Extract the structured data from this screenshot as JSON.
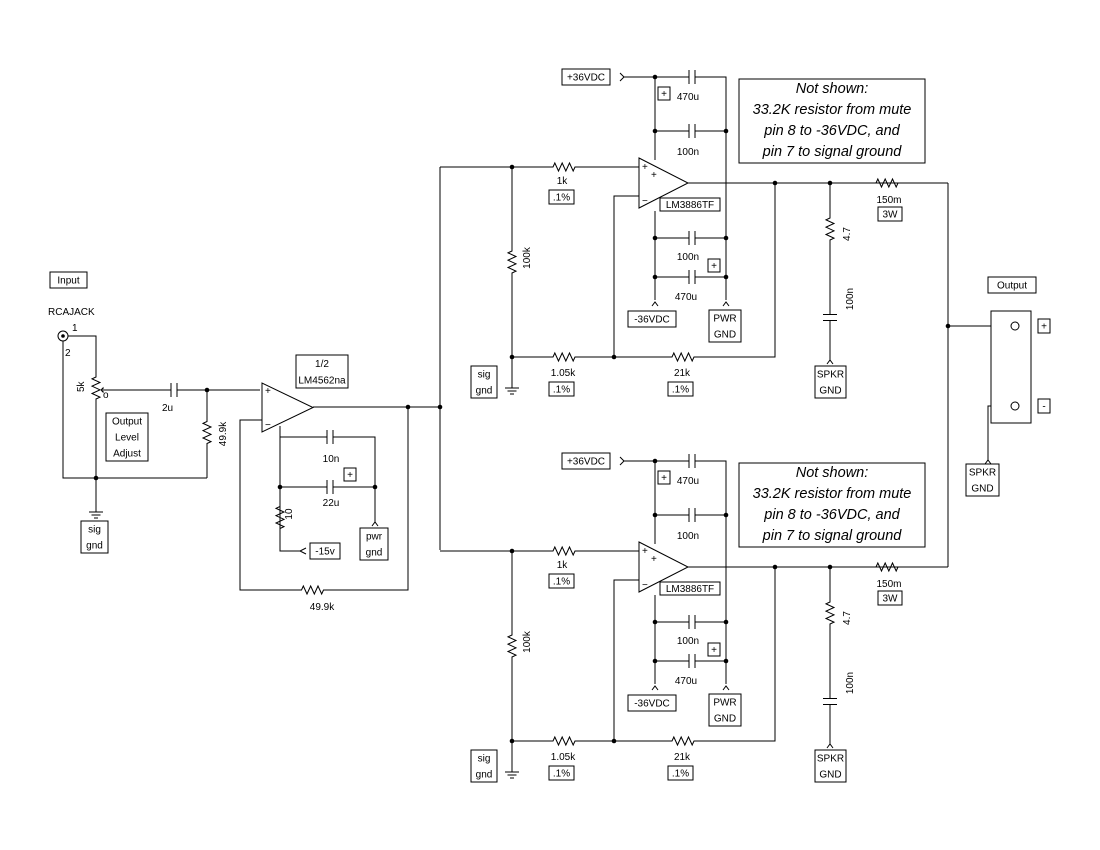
{
  "input": {
    "title": "Input",
    "jack": "RCAJACK",
    "pin1": "1",
    "pin2": "2",
    "pot": "5k",
    "wiper": "o",
    "pot_label": [
      "Output",
      "Level",
      "Adjust"
    ],
    "cap": "2u",
    "bias_res": "49.9k",
    "ground_label": [
      "sig",
      "gnd"
    ]
  },
  "preamp": {
    "part": [
      "1/2",
      "LM4562na"
    ],
    "plus": "+",
    "minus": "−",
    "cap_a": "10n",
    "cap_b": "22u",
    "cap_b_polarity": "+",
    "res": "10",
    "supply": "-15v",
    "ground_label": [
      "pwr",
      "gnd"
    ],
    "feedback_res": "49.9k"
  },
  "channels": [
    {
      "supply_pos": "+36VDC",
      "cap_470_top": "470u",
      "cap_470_top_polarity": "+",
      "cap_100_top": "100n",
      "note": [
        "Not shown:",
        "33.2K resistor from mute",
        "pin 8 to -36VDC,  and",
        "pin 7 to signal ground"
      ],
      "r_in": "1k",
      "r_in_tol": ".1%",
      "r_shunt": "100k",
      "amp": "LM3886TF",
      "cap_100_bot": "100n",
      "cap_470_bot": "470u",
      "cap_470_bot_polarity": "+",
      "supply_neg": "-36VDC",
      "pwr_gnd": [
        "PWR",
        "GND"
      ],
      "r_gnd": "1.05k",
      "r_gnd_tol": ".1%",
      "r_fb": "21k",
      "r_fb_tol": ".1%",
      "sig_gnd": [
        "sig",
        "gnd"
      ],
      "r_out": "150m",
      "r_out_rating": "3W",
      "zobel_r": "4.7",
      "zobel_c": "100n",
      "spkr_gnd": [
        "SPKR",
        "GND"
      ]
    },
    {
      "supply_pos": "+36VDC",
      "cap_470_top": "470u",
      "cap_470_top_polarity": "+",
      "cap_100_top": "100n",
      "note": [
        "Not shown:",
        "33.2K resistor from mute",
        "pin 8 to -36VDC,  and",
        "pin 7 to signal ground"
      ],
      "r_in": "1k",
      "r_in_tol": ".1%",
      "r_shunt": "100k",
      "amp": "LM3886TF",
      "cap_100_bot": "100n",
      "cap_470_bot": "470u",
      "cap_470_bot_polarity": "+",
      "supply_neg": "-36VDC",
      "pwr_gnd": [
        "PWR",
        "GND"
      ],
      "r_gnd": "1.05k",
      "r_gnd_tol": ".1%",
      "r_fb": "21k",
      "r_fb_tol": ".1%",
      "sig_gnd": [
        "sig",
        "gnd"
      ],
      "r_out": "150m",
      "r_out_rating": "3W",
      "zobel_r": "4.7",
      "zobel_c": "100n",
      "spkr_gnd": [
        "SPKR",
        "GND"
      ]
    }
  ],
  "output": {
    "title": "Output",
    "plus": "+",
    "minus": "-",
    "spkr_gnd": [
      "SPKR",
      "GND"
    ]
  }
}
